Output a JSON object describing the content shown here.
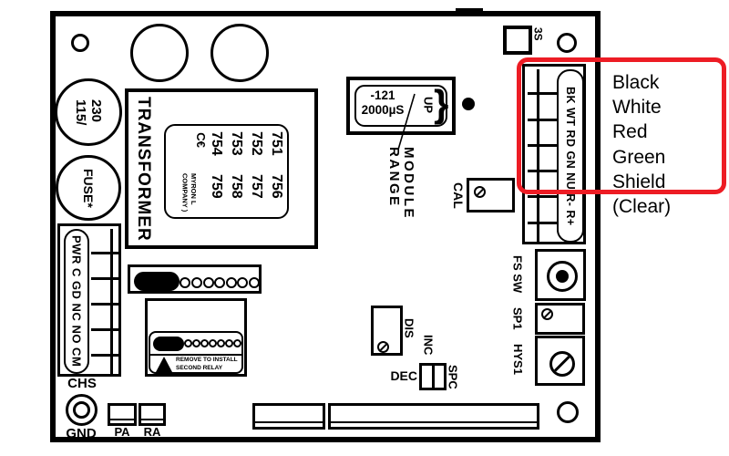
{
  "diagram": {
    "s3": "3S",
    "voltage": {
      "line1": "115/",
      "line2": "230"
    },
    "fuse": "FUSE*",
    "transformer": {
      "title": "TRANSFORMER"
    },
    "xfmr_label": {
      "ce": "C€",
      "company1": "MYRON L",
      "company2": "COMPANY )",
      "models": [
        [
          "751",
          "756"
        ],
        [
          "752",
          "757"
        ],
        [
          "753",
          "758"
        ],
        [
          "754",
          "759"
        ]
      ]
    },
    "relay_terminal": {
      "pins": "PWR C GD NC NO CM"
    },
    "chs": "CHS",
    "gnd": "GND",
    "pa": "PA",
    "ra": "RA",
    "relay_jumper": {
      "warning1": "REMOVE TO INSTALL",
      "warning2": "SECOND RELAY"
    },
    "range_module": {
      "value1": "-121",
      "value2": "2000µS",
      "up": "UP",
      "brace": "}",
      "callout1": "RANGE",
      "callout2": "MODULE"
    },
    "cal": "CAL",
    "dis": "DIS",
    "inc": "INC",
    "dec": "DEC",
    "spc": "SPC",
    "sensor_terminal": {
      "pins": "BK WT RD GN NU R- R+"
    },
    "fs_sw": "FS SW",
    "sp1": "SP1",
    "hys1": "HYS1"
  },
  "annotation": {
    "wire_colors": [
      "Black",
      "White",
      "Red",
      "Green",
      "Shield (Clear)"
    ],
    "box_color": "#ed1c24"
  }
}
